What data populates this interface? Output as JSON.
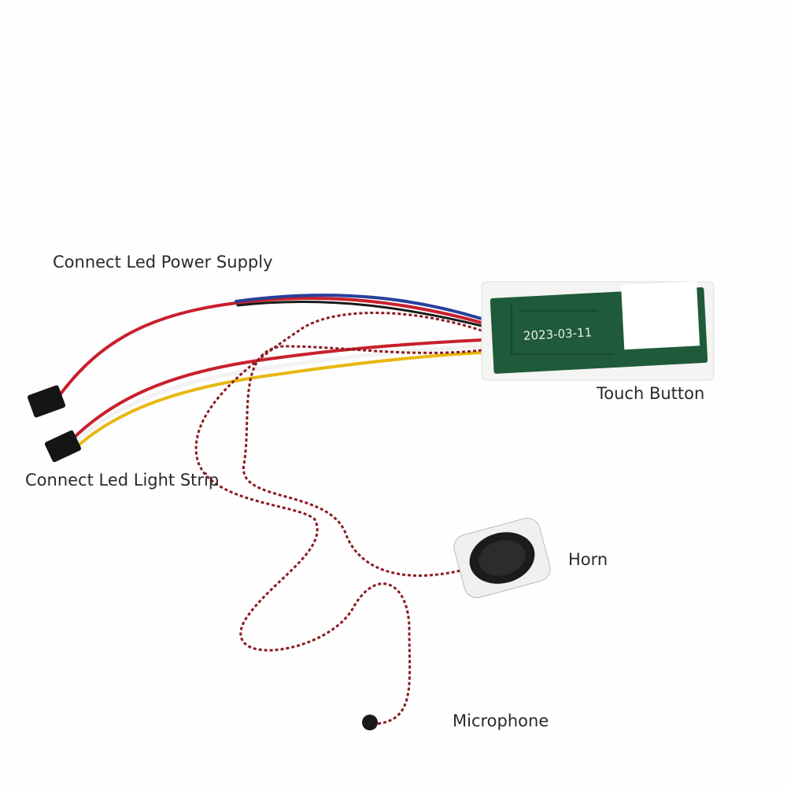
{
  "labels": {
    "power_supply": "Connect Led Power Supply",
    "light_strip": "Connect Led Light Strip",
    "touch_button": "Touch Button",
    "horn": "Horn",
    "microphone": "Microphone"
  },
  "pcb": {
    "date": "2023-03-11"
  },
  "colors": {
    "pcb_green": "#1f5a3a",
    "wire_red": "#c8202c",
    "wire_blue": "#27409a",
    "wire_yellow": "#e8b812",
    "wire_black": "#1a1a1a"
  }
}
